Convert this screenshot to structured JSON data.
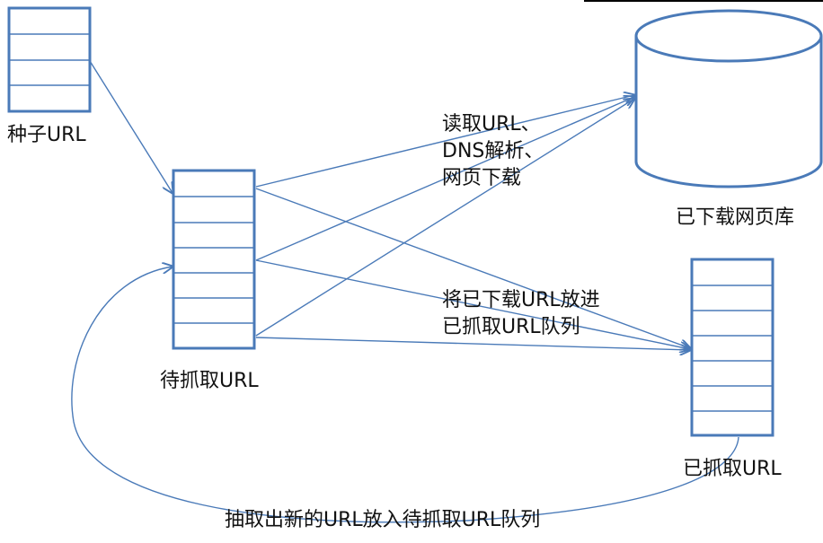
{
  "diagram": {
    "stroke_color": "#4a7ab8",
    "text_color": "#111111",
    "labels": {
      "seed_url": "种子URL",
      "to_crawl": "待抓取URL",
      "downloaded_db": "已下载网页库",
      "crawled": "已抓取URL",
      "read_download": [
        "读取URL、",
        "DNS解析、",
        "网页下载"
      ],
      "move_to_crawled": [
        "将已下载URL放进",
        "已抓取URL队列"
      ],
      "extract_new": "抽取出新的URL放入待抓取URL队列"
    }
  }
}
